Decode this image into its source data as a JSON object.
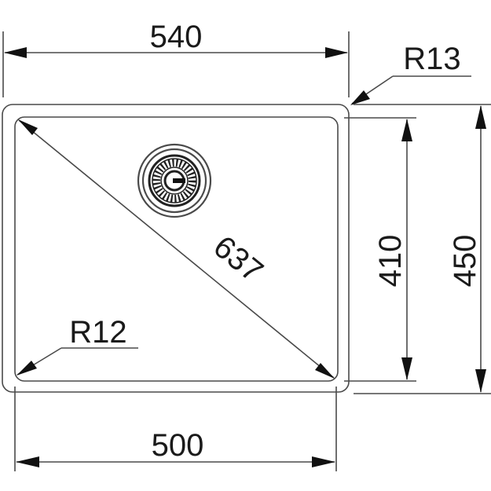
{
  "drawing": {
    "type": "sink technical drawing (top view)",
    "units": "mm",
    "line_color": "#4a4a4a",
    "arrow_color": "#111111",
    "text_color": "#1a1a1a"
  },
  "dimensions": {
    "overall_width": "540",
    "overall_depth": "450",
    "bowl_width": "500",
    "bowl_depth": "410",
    "bowl_diagonal": "637",
    "outer_corner_radius": "R13",
    "inner_corner_radius": "R12"
  },
  "features": {
    "drain": "strainer-waste-drain"
  }
}
